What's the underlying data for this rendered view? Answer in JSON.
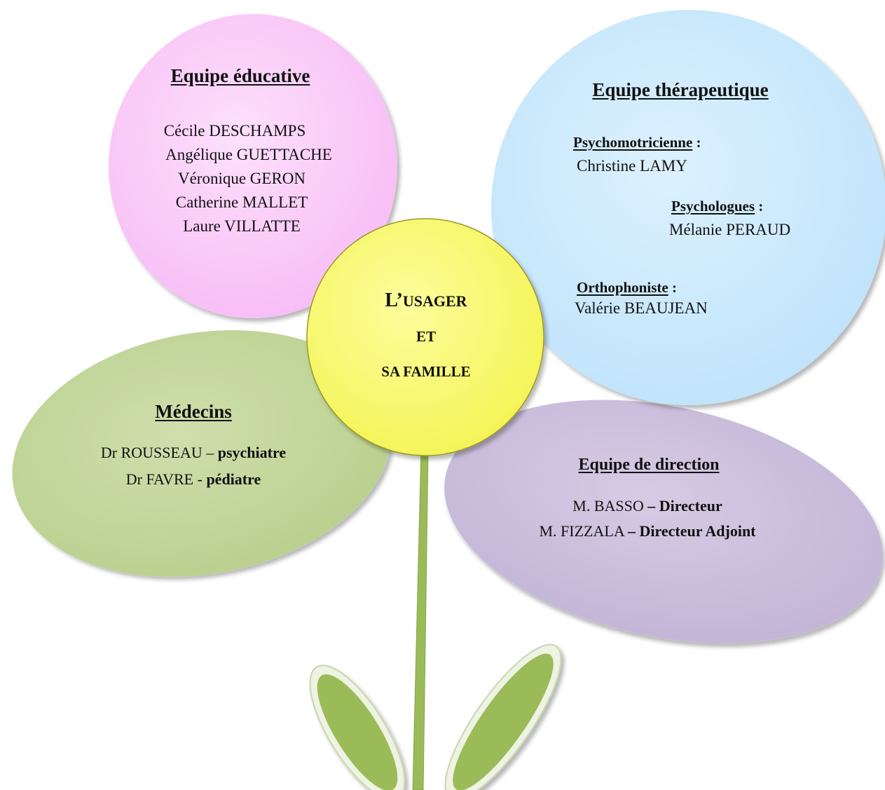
{
  "center": {
    "line1_initial": "L’",
    "line1_rest": "USAGER",
    "line2": "ET",
    "line3": "SA FAMILLE"
  },
  "educative": {
    "title": "Equipe éducative",
    "members": [
      "Cécile DESCHAMPS",
      "Angélique GUETTACHE",
      "Véronique GERON",
      "Catherine MALLET",
      "Laure VILLATTE"
    ]
  },
  "therapeutique": {
    "title": "Equipe thérapeutique",
    "psychomotricienne_label": "Psychomotricienne",
    "psychomotricienne_name": "Christine LAMY",
    "psychologues_label": "Psychologues",
    "psychologues_name": "Mélanie PERAUD",
    "orthophoniste_label": "Orthophoniste",
    "orthophoniste_name": "Valérie BEAUJEAN",
    "colon": " :"
  },
  "medecins": {
    "title": "Médecins",
    "line1_name": "Dr ROUSSEAU – ",
    "line1_role": "psychiatre",
    "line2_name": "Dr FAVRE - ",
    "line2_role": "pédiatre"
  },
  "direction": {
    "title": "Equipe de direction",
    "line1_name": "M. BASSO ",
    "line1_role": "– Directeur",
    "line2_name": "M. FIZZALA ",
    "line2_role": "– Directeur Adjoint"
  },
  "colors": {
    "educative_petal": "#fccbfb",
    "therapeutique_petal": "#cdeafd",
    "medecins_petal": "#c4d69d",
    "direction_petal": "#cdc0dd",
    "center": "#fafa73",
    "stem": "#9bbb59"
  }
}
